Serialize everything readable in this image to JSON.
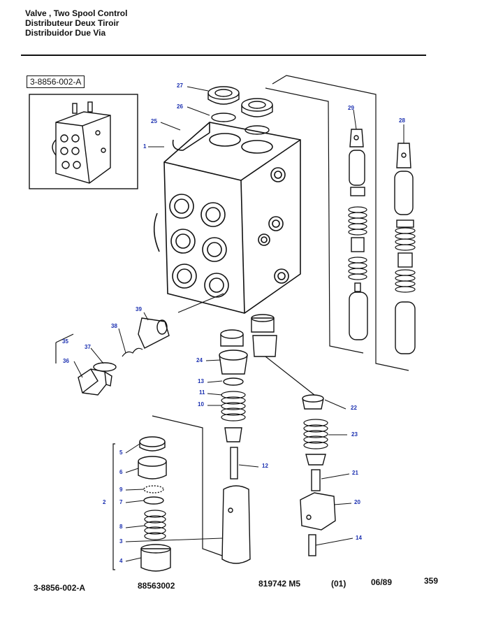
{
  "header": {
    "title_en": "Valve , Two Spool Control",
    "title_fr": "Distributeur Deux Tiroir",
    "title_es": "Distribuidor Due Via"
  },
  "diagram_code": "3-8856-002-A",
  "footer": {
    "code": "3-8856-002-A",
    "part_number": "88563002",
    "ref": "819742 M5",
    "revision": "(01)",
    "date": "06/89",
    "page": "359"
  },
  "callouts": [
    "27",
    "26",
    "25",
    "1",
    "29",
    "28",
    "39",
    "38",
    "35",
    "37",
    "36",
    "24",
    "13",
    "11",
    "10",
    "12",
    "22",
    "23",
    "21",
    "20",
    "14",
    "5",
    "6",
    "9",
    "2",
    "7",
    "8",
    "3",
    "4"
  ]
}
